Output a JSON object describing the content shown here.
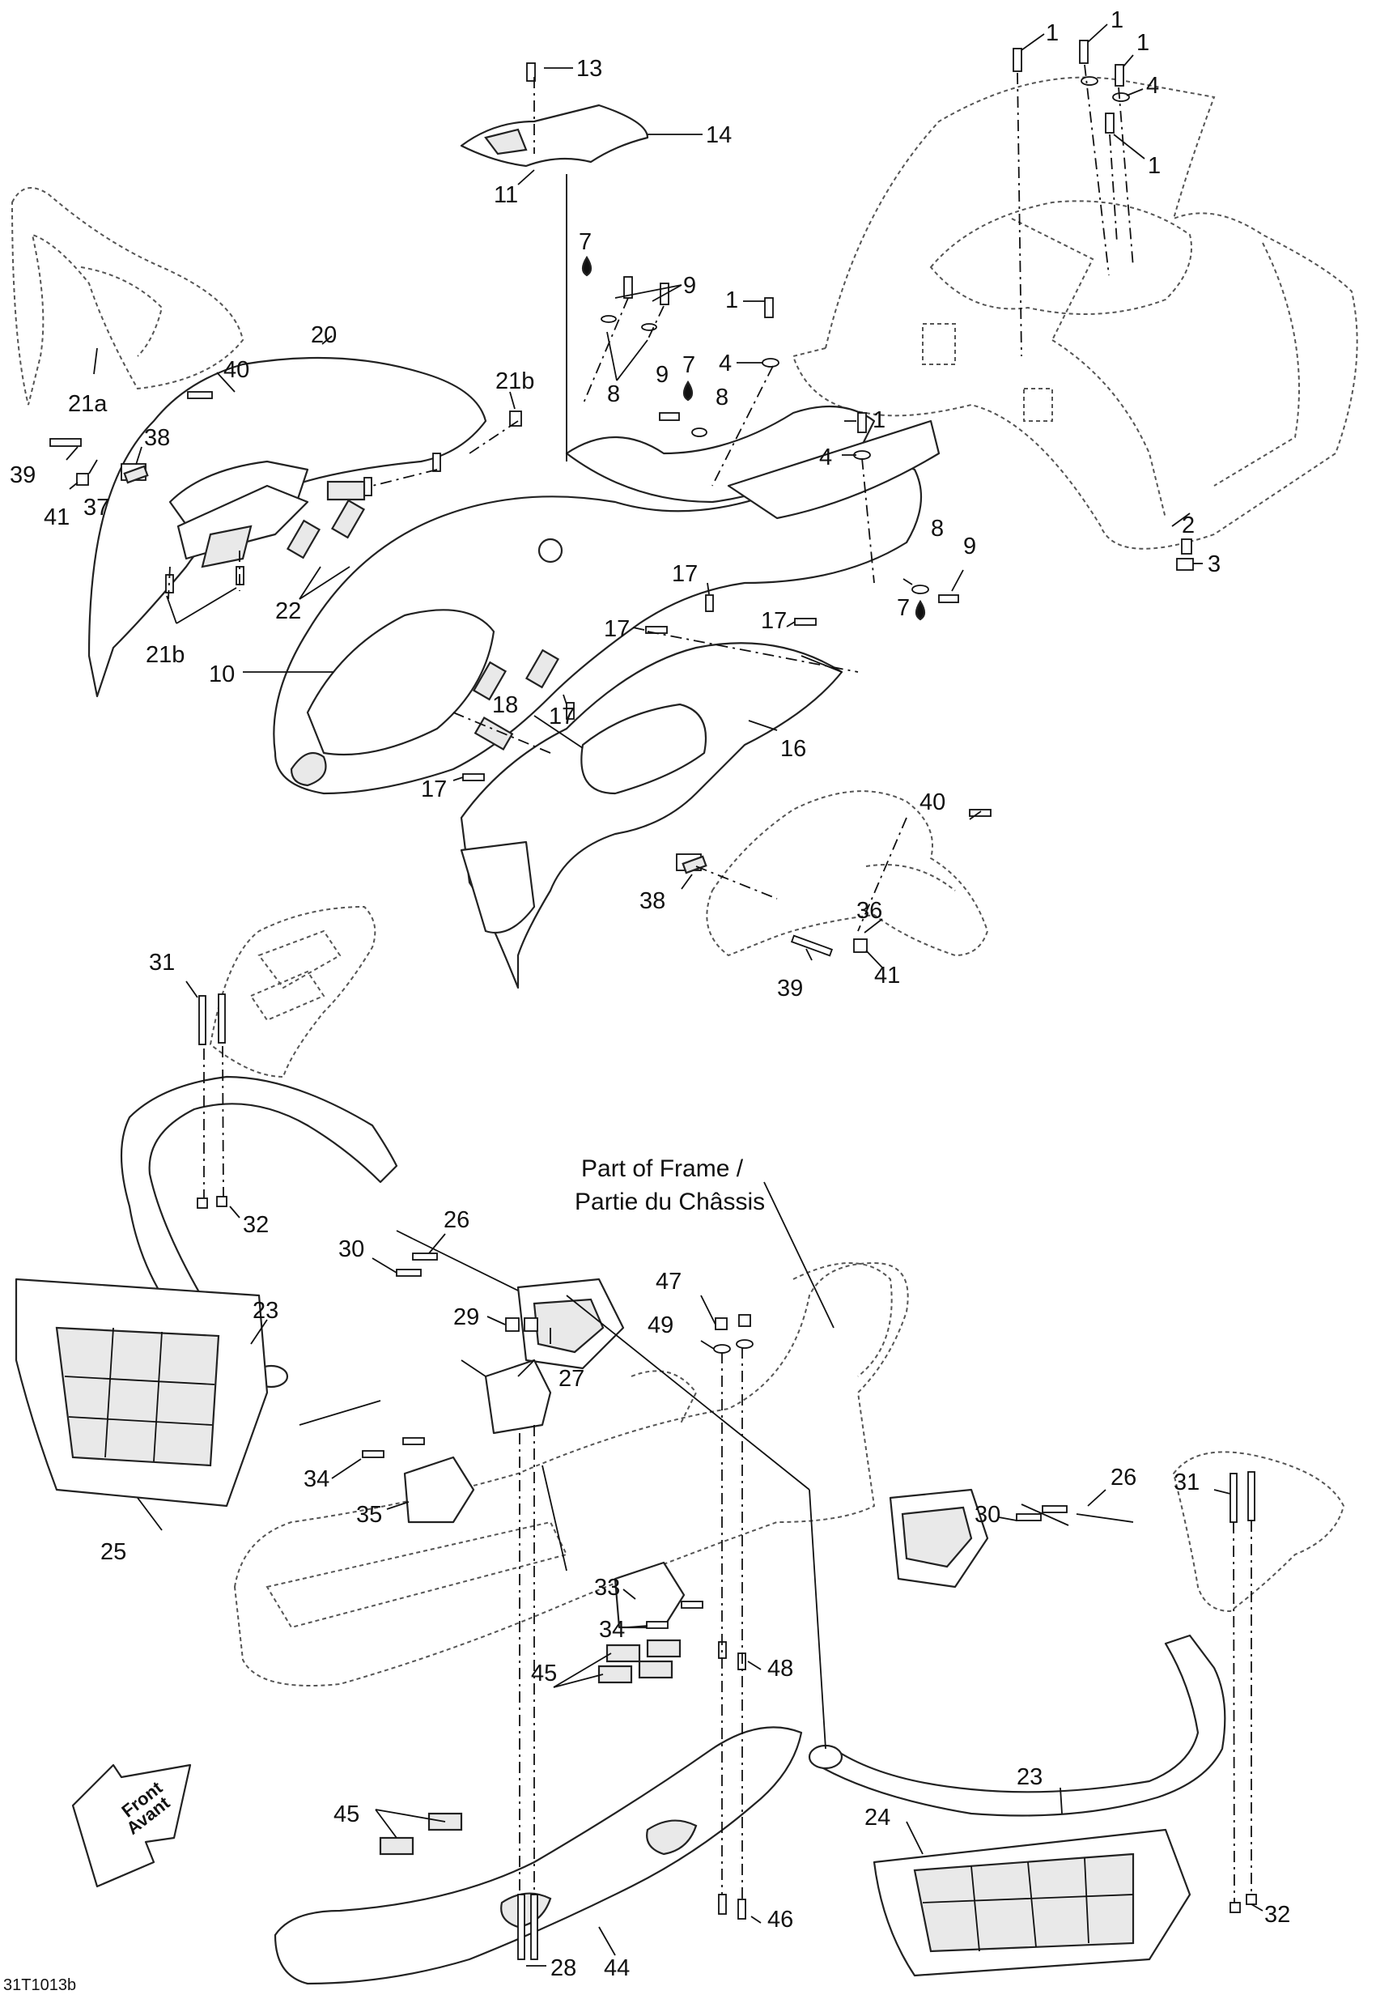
{
  "frame_label": {
    "line1": "Part of Frame /",
    "line2": "Partie du Châssis"
  },
  "front_label": {
    "line1": "Front",
    "line2": "Avant"
  },
  "drawing_code": "31T1013b",
  "callouts": {
    "c1a": "1",
    "c1b": "1",
    "c1c": "1",
    "c1d": "1",
    "c1e": "1",
    "c1f": "1",
    "c2": "2",
    "c3": "3",
    "c4a": "4",
    "c4b": "4",
    "c4c": "4",
    "c7a": "7",
    "c7b": "7",
    "c7c": "7",
    "c8a": "8",
    "c8b": "8",
    "c8c": "8",
    "c9a": "9",
    "c9b": "9",
    "c9c": "9",
    "c10": "10",
    "c11": "11",
    "c13": "13",
    "c14": "14",
    "c16": "16",
    "c17a": "17",
    "c17b": "17",
    "c17c": "17",
    "c17d": "17",
    "c17e": "17",
    "c18": "18",
    "c20": "20",
    "c21a": "21a",
    "c21b1": "21b",
    "c21b2": "21b",
    "c22": "22",
    "c23a": "23",
    "c23b": "23",
    "c24": "24",
    "c25": "25",
    "c26a": "26",
    "c26b": "26",
    "c27": "27",
    "c28": "28",
    "c29": "29",
    "c30a": "30",
    "c30b": "30",
    "c31a": "31",
    "c31b": "31",
    "c32a": "32",
    "c32b": "32",
    "c33": "33",
    "c34a": "34",
    "c34b": "34",
    "c35": "35",
    "c36": "36",
    "c37": "37",
    "c38a": "38",
    "c38b": "38",
    "c39a": "39",
    "c39b": "39",
    "c40a": "40",
    "c40b": "40",
    "c41a": "41",
    "c41b": "41",
    "c44": "44",
    "c45a": "45",
    "c45b": "45",
    "c46": "46",
    "c47": "47",
    "c48": "48",
    "c49": "49"
  }
}
